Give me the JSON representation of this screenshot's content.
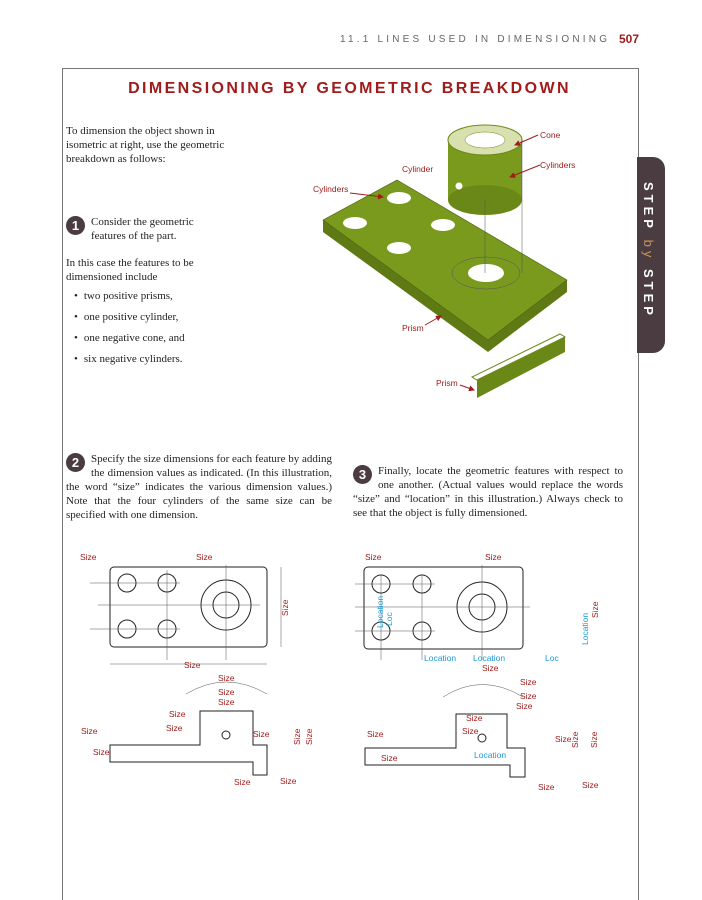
{
  "header": {
    "running_head": "11.1 LINES USED IN DIMENSIONING",
    "page_number": "507"
  },
  "title": "DIMENSIONING BY GEOMETRIC BREAKDOWN",
  "intro": "To dimension the object shown in isometric at right, use the geometric breakdown as follows:",
  "side_tab": {
    "step1": "STEP",
    "by": "by",
    "step2": "STEP"
  },
  "steps": [
    {
      "number": "1",
      "text": "Consider the geometric features of the part."
    },
    {
      "number": "2",
      "text": "Specify the size dimensions for each feature by adding the dimension values as indicated. (In this illustration, the word “size” indicates the various dimension values.) Note that the four cylinders of the same size can be specified with one dimension."
    },
    {
      "number": "3",
      "text": "Finally, locate the geometric features with respect to one another. (Actual values would replace the words “size” and “location” in this illustration.) Always check to see that the object is fully dimensioned."
    }
  ],
  "features_intro": "In this case the features to be dimensioned include",
  "features": [
    "two positive prisms,",
    "one positive cylinder,",
    "one negative cone, and",
    "six negative cylinders."
  ],
  "isometric_labels": {
    "cone": "Cone",
    "cylinders_right": "Cylinders",
    "cylinder": "Cylinder",
    "cylinders_left": "Cylinders",
    "prism_plate": "Prism",
    "prism_key": "Prism"
  },
  "dim": {
    "size": "Size",
    "location": "Location",
    "loc": "Loc"
  },
  "colors": {
    "accent": "#a01c1c",
    "tab": "#4a3c40",
    "location": "#1a9ad6",
    "green": "#7a9a1e"
  }
}
